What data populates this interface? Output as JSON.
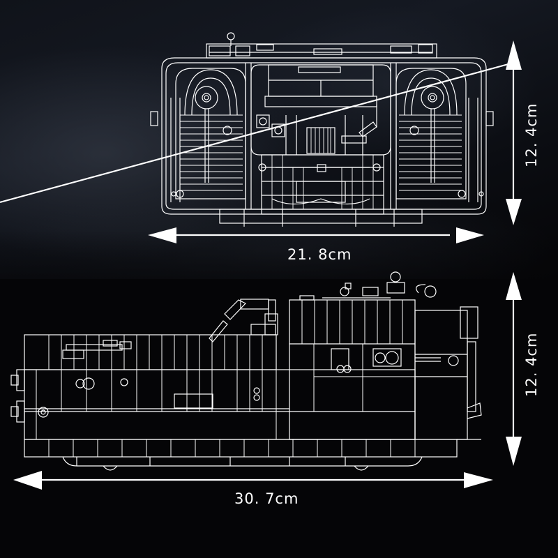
{
  "figure": {
    "description": "Dimension diagram of a brick-built vehicle model shown in front and side elevation line drawings",
    "background": {
      "top_color": "#151922",
      "bottom_color": "#050507"
    },
    "line_color": "#ffffff"
  },
  "views": [
    {
      "name": "front-view",
      "dimensions": {
        "width_label": "21. 8cm",
        "height_label": "12. 4cm"
      }
    },
    {
      "name": "side-view",
      "dimensions": {
        "width_label": "30. 7cm",
        "height_label": "12. 4cm"
      }
    }
  ],
  "icons": {
    "arrow": "double-headed-arrow-icon"
  }
}
